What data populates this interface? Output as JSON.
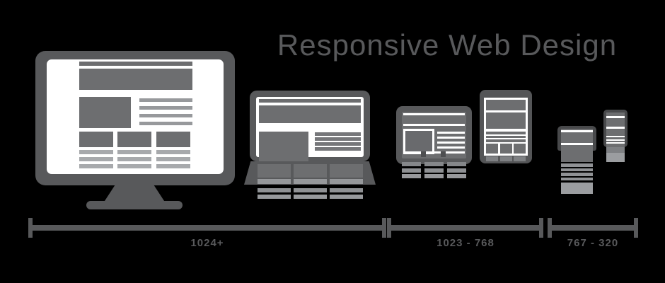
{
  "title": "Responsive Web Design",
  "illustration": {
    "description": "Device lineup showing the same wireframe page reflowing across screen sizes",
    "devices": [
      {
        "name": "desktop-monitor",
        "breakpoint": "1024+"
      },
      {
        "name": "laptop",
        "breakpoint": "1024+"
      },
      {
        "name": "tablet-landscape",
        "breakpoint": "1023 - 768"
      },
      {
        "name": "tablet-portrait",
        "breakpoint": "1023 - 768"
      },
      {
        "name": "smartphone",
        "breakpoint": "767 - 320"
      },
      {
        "name": "smartphone-small",
        "breakpoint": "767 - 320"
      }
    ]
  },
  "ruler": {
    "segments": [
      {
        "label": "1024+"
      },
      {
        "label": "1023 - 768"
      },
      {
        "label": "767 - 320"
      }
    ]
  },
  "colors": {
    "background": "#000000",
    "device_dark": "#58595b",
    "device_block": "#6d6e70",
    "line_mid": "#97999c",
    "line_light": "#a7a9ac",
    "screen_white": "#ffffff",
    "phone_frame": "#48494b",
    "faded_gray": "#96989b"
  }
}
